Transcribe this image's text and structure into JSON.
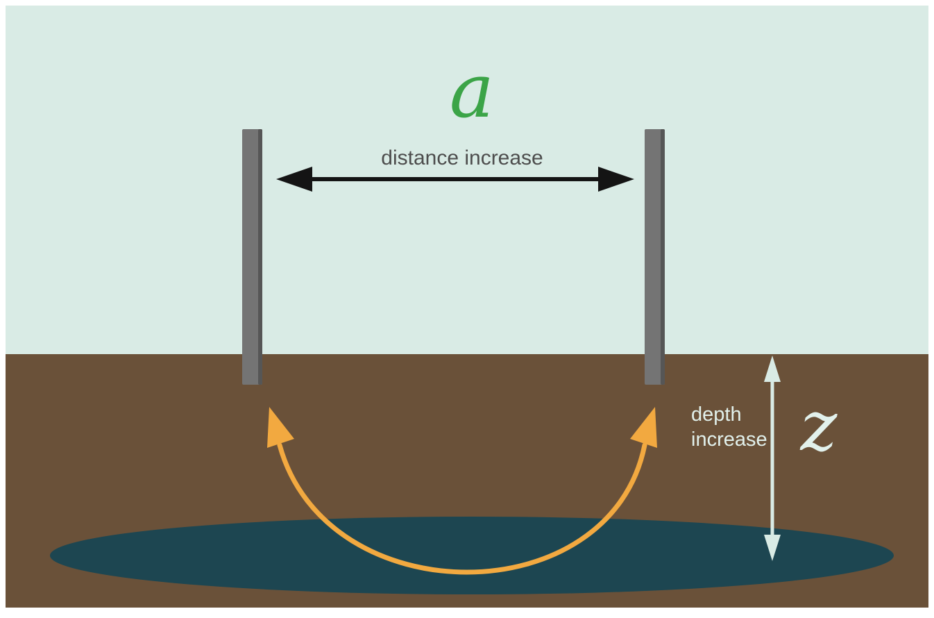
{
  "diagram": {
    "labels": {
      "spacing_symbol": "a",
      "distance": "distance increase",
      "depth_line1": "depth",
      "depth_line2": "increase",
      "depth_symbol": "z"
    },
    "colors": {
      "frame": "#ffffff",
      "sky": "#d9ebe5",
      "ground": "#6a5139",
      "deep_layer": "#1d4651",
      "electrode": "#747474",
      "electrode_edge": "#565656",
      "distance_arrow": "#141414",
      "distance_text": "#4d4d4d",
      "current_arrow": "#f2a940",
      "depth_arrow": "#d9ebe5",
      "depth_text": "#e2f1ec",
      "symbol_green": "#3ba447"
    }
  }
}
